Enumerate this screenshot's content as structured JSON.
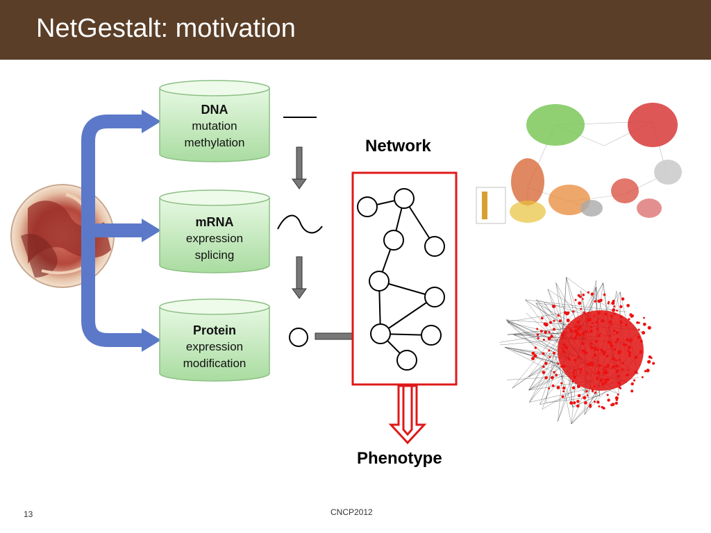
{
  "slide": {
    "title": "NetGestalt: motivation",
    "page_number": "13",
    "footer": "CNCP2012"
  },
  "layers": [
    {
      "name": "DNA",
      "lines": [
        "mutation",
        "methylation"
      ]
    },
    {
      "name": "mRNA",
      "lines": [
        "expression",
        "splicing"
      ]
    },
    {
      "name": "Protein",
      "lines": [
        "expression",
        "modification"
      ]
    }
  ],
  "labels": {
    "network": "Network",
    "phenotype": "Phenotype"
  },
  "colors": {
    "title_bar": "#5a3e28",
    "cylinder_fill": "#c6ecc0",
    "branch_arrow": "#5c79c9",
    "network_frame": "#e01818",
    "phenotype_arrow": "#e01818",
    "gray_arrow": "#777777"
  },
  "icons": {
    "tissue": "colon-tissue-image",
    "module_map": "network-module-map-image",
    "hairball": "red-network-hairball-image"
  }
}
